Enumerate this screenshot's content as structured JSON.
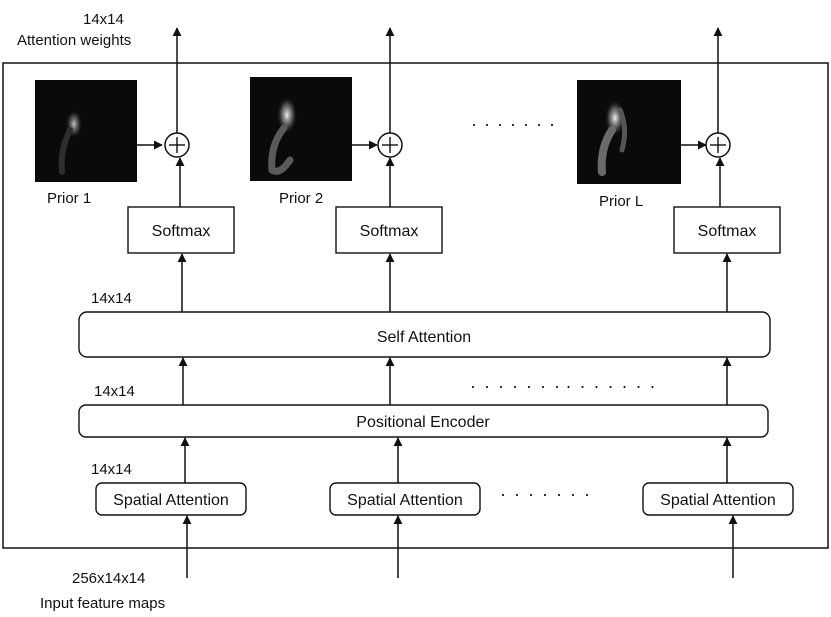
{
  "diagram": {
    "top_output_label_1": "14x14",
    "top_output_label_2": "Attention weights",
    "priors": [
      {
        "label": "Prior 1"
      },
      {
        "label": "Prior 2"
      },
      {
        "label": "Prior L"
      }
    ],
    "softmax_label": "Softmax",
    "dim_label": "14x14",
    "self_attention_label": "Self Attention",
    "positional_encoder_label": "Positional Encoder",
    "spatial_attention_label": "Spatial Attention",
    "input_label_1": "256x14x14",
    "input_label_2": "Input feature maps",
    "ellipsis": "· · · · · · ·"
  },
  "colors": {
    "stroke": "#111111",
    "prior_bg": "#0a0a0a",
    "prior_glow": "#d8d8d8"
  }
}
